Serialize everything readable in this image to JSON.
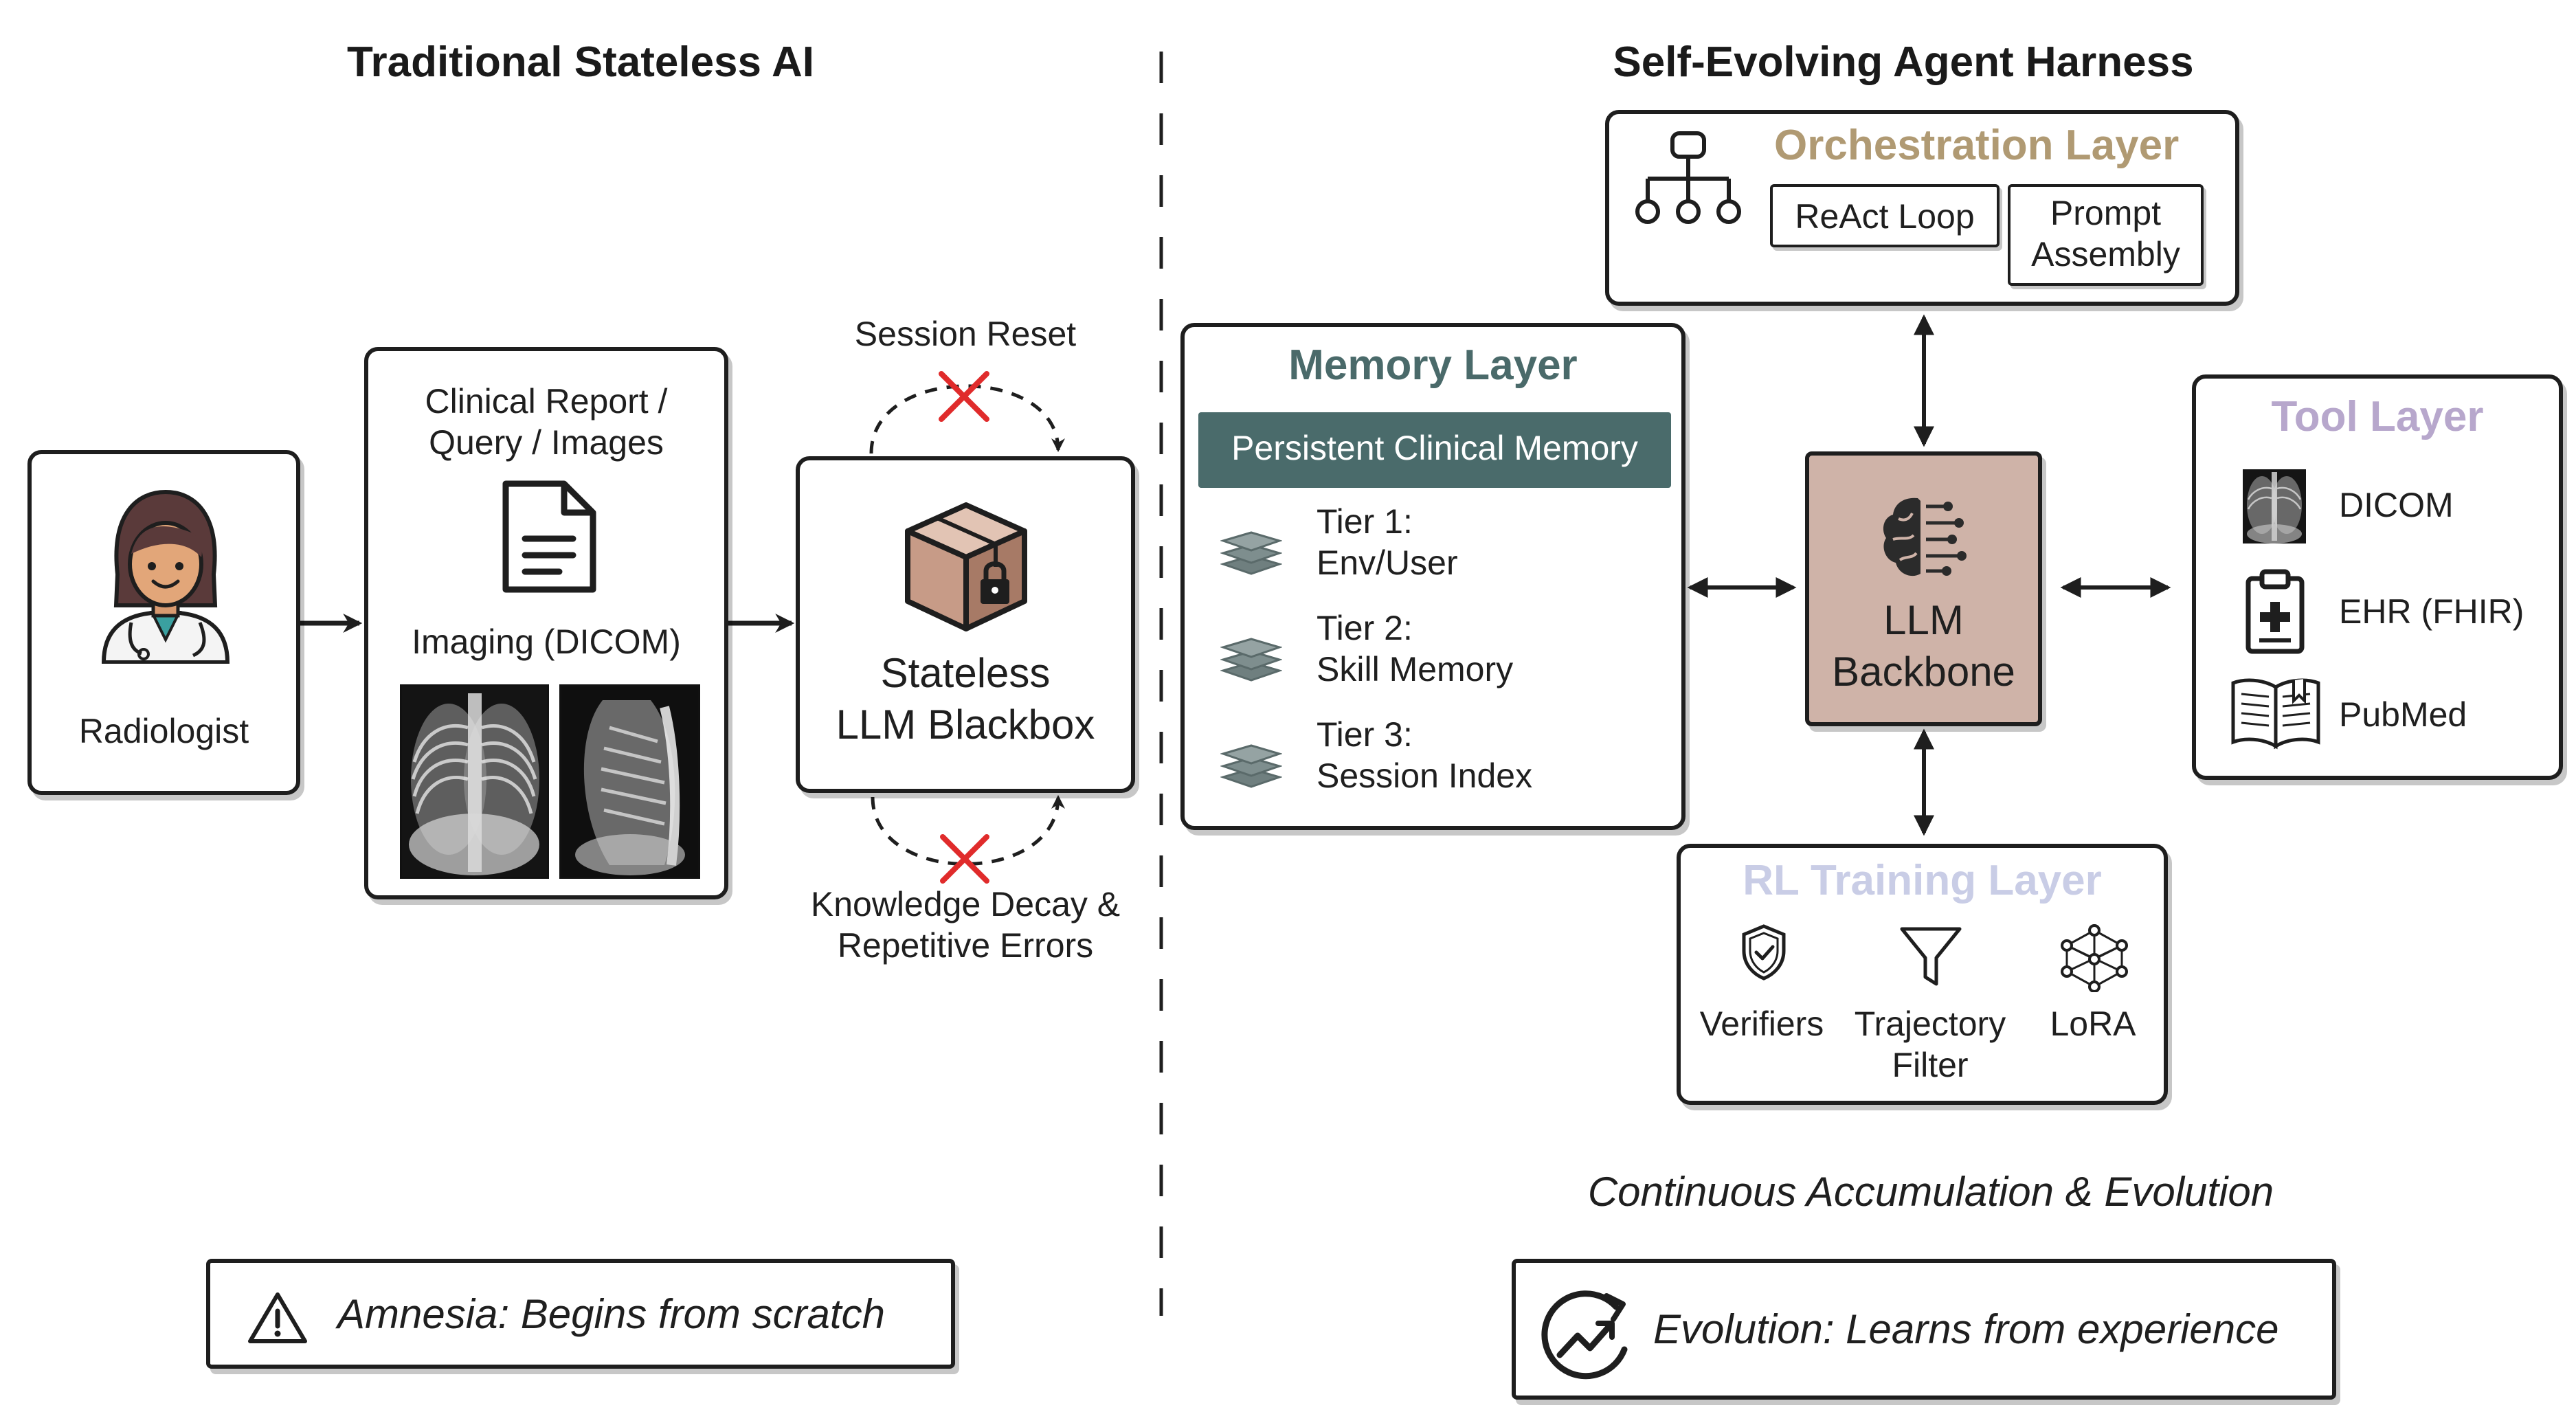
{
  "left_panel": {
    "title": "Traditional Stateless AI",
    "radiologist_label": "Radiologist",
    "input_box": {
      "caption_line1": "Clinical Report /",
      "caption_line2": "Query / Images",
      "imaging_label": "Imaging (DICOM)"
    },
    "blackbox": {
      "line1": "Stateless",
      "line2": "LLM Blackbox"
    },
    "session_reset": "Session Reset",
    "decay_line1": "Knowledge Decay &",
    "decay_line2": "Repetitive Errors",
    "amnesia_banner": "Amnesia: Begins from scratch"
  },
  "right_panel": {
    "title": "Self-Evolving Agent Harness",
    "orchestration": {
      "title": "Orchestration Layer",
      "react_loop": "ReAct Loop",
      "prompt_line1": "Prompt",
      "prompt_line2": "Assembly",
      "title_color": "#b09a73"
    },
    "memory": {
      "title": "Memory Layer",
      "bar": "Persistent Clinical Memory",
      "title_color": "#4a6a6a",
      "bar_color": "#4a6b6b",
      "tiers": [
        {
          "line1": "Tier 1:",
          "line2": "Env/User"
        },
        {
          "line1": "Tier 2:",
          "line2": "Skill Memory"
        },
        {
          "line1": "Tier 3:",
          "line2": "Session Index"
        }
      ]
    },
    "backbone": {
      "line1": "LLM",
      "line2": "Backbone",
      "fill_color": "#cfb3a8"
    },
    "tool": {
      "title": "Tool Layer",
      "title_color": "#b7a7cc",
      "items": [
        {
          "icon": "xray-icon",
          "label": "DICOM"
        },
        {
          "icon": "clipboard-icon",
          "label": "EHR (FHIR)"
        },
        {
          "icon": "book-icon",
          "label": "PubMed"
        }
      ]
    },
    "rl": {
      "title": "RL Training Layer",
      "title_color": "#c9cde6",
      "items": [
        {
          "icon": "shield-icon",
          "line1": "Verifiers",
          "line2": ""
        },
        {
          "icon": "funnel-icon",
          "line1": "Trajectory",
          "line2": "Filter"
        },
        {
          "icon": "network-icon",
          "line1": "LoRA",
          "line2": ""
        }
      ]
    },
    "accumulation": "Continuous Accumulation & Evolution",
    "evolution_banner": "Evolution: Learns from experience"
  }
}
